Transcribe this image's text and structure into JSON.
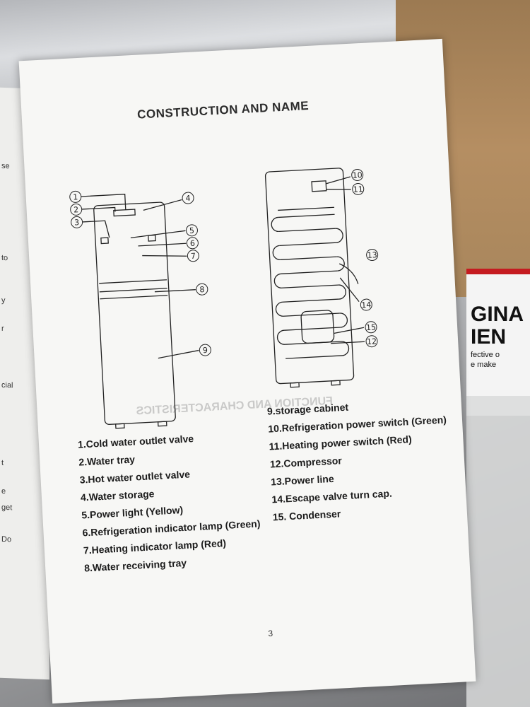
{
  "page": {
    "title": "CONSTRUCTION AND NAME",
    "page_number": "3"
  },
  "diagram_labels": {
    "front": [
      "1",
      "2",
      "3",
      "4",
      "5",
      "6",
      "7",
      "8",
      "9"
    ],
    "back": [
      "10",
      "11",
      "13",
      "14",
      "15",
      "12"
    ]
  },
  "parts_left": [
    "1.Cold water outlet valve",
    "2.Water tray",
    "3.Hot water outlet valve",
    "4.Water storage",
    "5.Power light (Yellow)",
    "6.Refrigeration indicator lamp (Green)",
    "7.Heating indicator lamp (Red)",
    "8.Water receiving tray"
  ],
  "parts_right": [
    "9.storage cabinet",
    "10.Refrigeration power switch (Green)",
    "11.Heating power switch (Red)",
    "12.Compressor",
    "13.Power line",
    "14.Escape valve turn cap.",
    "15. Condenser"
  ],
  "background_text": {
    "left_page_fragments": [
      "se",
      "to",
      "y",
      "r",
      "cial",
      "t",
      "e",
      "get",
      "Do"
    ],
    "sticker_lines": [
      "GINA",
      "IEN",
      "fective o",
      "e make"
    ],
    "bleed_heading": "FUNCTION AND CHARACTERISTICS"
  }
}
